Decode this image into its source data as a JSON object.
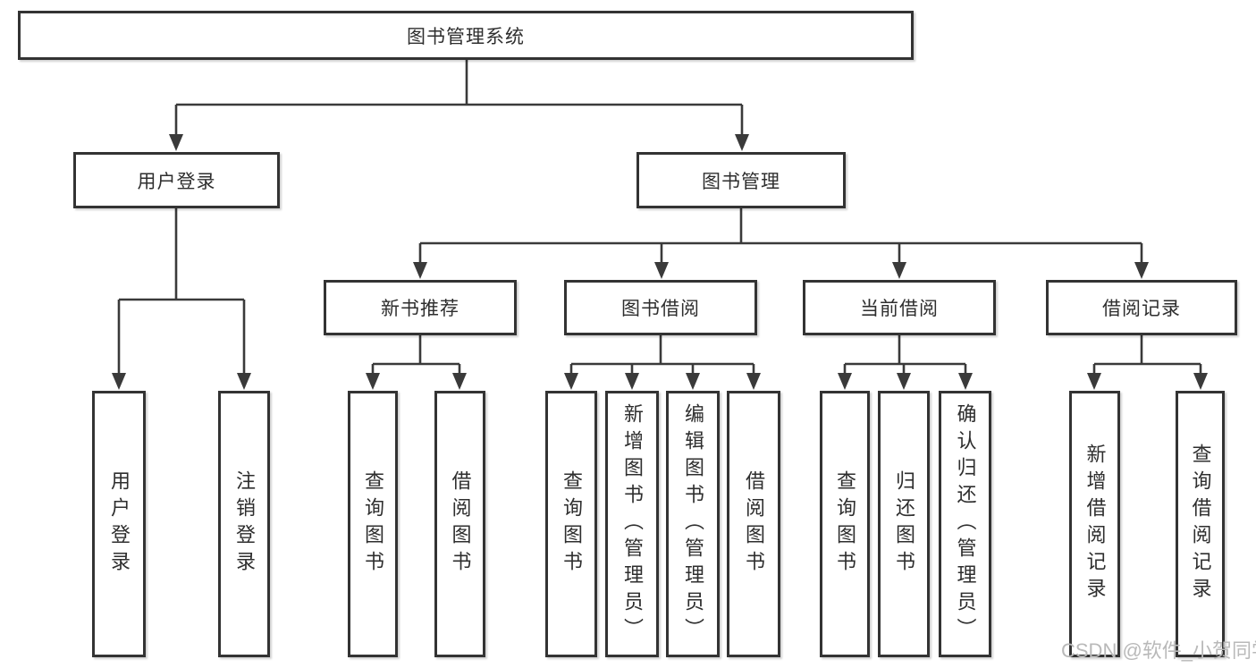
{
  "diagram": {
    "root": {
      "label": "图书管理系统"
    },
    "level2": [
      {
        "label": "用户登录"
      },
      {
        "label": "图书管理"
      }
    ],
    "level3": [
      {
        "label": "新书推荐"
      },
      {
        "label": "图书借阅"
      },
      {
        "label": "当前借阅"
      },
      {
        "label": "借阅记录"
      }
    ],
    "leaves": {
      "user_login": [
        {
          "label": "用户登录"
        },
        {
          "label": "注销登录"
        }
      ],
      "new_books": [
        {
          "label": "查询图书"
        },
        {
          "label": "借阅图书"
        }
      ],
      "book_borrow": [
        {
          "label": "查询图书"
        },
        {
          "label": "新增图书（管理员）"
        },
        {
          "label": "编辑图书（管理员）"
        },
        {
          "label": "借阅图书"
        }
      ],
      "current_borrow": [
        {
          "label": "查询图书"
        },
        {
          "label": "归还图书"
        },
        {
          "label": "确认归还（管理员）"
        }
      ],
      "borrow_records": [
        {
          "label": "新增借阅记录"
        },
        {
          "label": "查询借阅记录"
        }
      ]
    },
    "watermark": "CSDN @软件_小贺同学",
    "colors": {
      "line": "#3a3a3a",
      "border": "#333333",
      "text": "#2e2e2e",
      "watermark": "#b9b9b9",
      "background": "#ffffff"
    }
  }
}
